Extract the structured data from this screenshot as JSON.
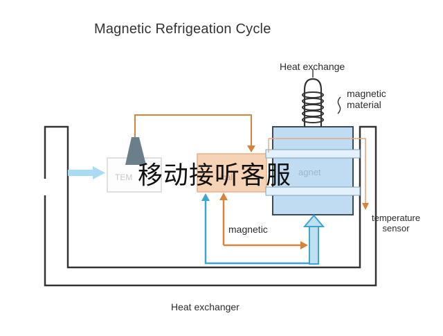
{
  "diagram": {
    "title": "Magnetic Refrigeation Cycle",
    "labels": {
      "heat_exchanger_top": "Heat exchange",
      "magnetic_material_line1": "magnetic",
      "magnetic_material_line2": "material",
      "temperature_sensor_line1": "temperature",
      "temperature_sensor_line2": "sensor",
      "magnetic": "magnetic",
      "heat_exchanger_bottom": "Heat exchanger",
      "temp_box": "TEM",
      "magnetocaloric_box": "ical",
      "magnet_box": "agnet"
    },
    "overlay_text": "移动接听客服",
    "colors": {
      "orange": "#d9823a",
      "blue_arrow": "#3ca6cf",
      "cyan_arrow": "#a9dcf2",
      "magnet_fill": "#bfdcf3",
      "magnet_stroke": "#3a4a5a",
      "frame": "#333333"
    }
  }
}
